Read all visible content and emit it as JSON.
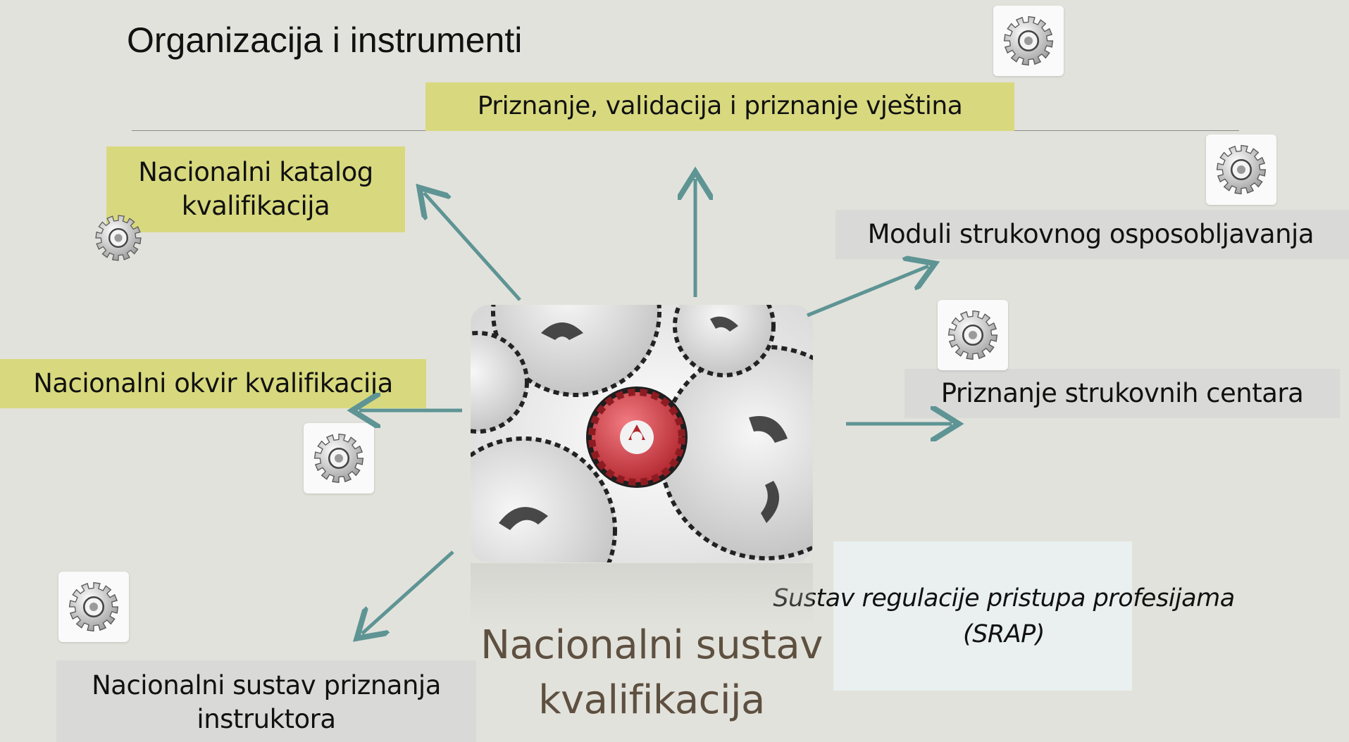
{
  "title": "Organizacija i instrumenti",
  "boxes": {
    "priznanje_validacija": "Priznanje, validacija i priznanje vještina",
    "katalog_line1": "Nacionalni katalog",
    "katalog_line2": "kvalifikacija",
    "moduli": "Moduli strukovnog osposobljavanja",
    "okvir": "Nacionalni okvir kvalifikacija",
    "centri": "Priznanje strukovnih centara",
    "instruktori_line1": "Nacionalni sustav priznanja",
    "instruktori_line2": "instruktora",
    "srap_line1": "Sustav regulacije pristupa profesijama",
    "srap_line2": "(SRAP)"
  },
  "center": {
    "line1": "Nacionalni sustav",
    "line2": "kvalifikacija"
  },
  "colors": {
    "background": "#e2e2dc",
    "yellow_box": "#d8d97e",
    "grey_box": "#d9d9d8",
    "arrow": "#5e9494",
    "red_gear": "#d2424a"
  },
  "icons": [
    "gear-icon",
    "gears-image"
  ]
}
